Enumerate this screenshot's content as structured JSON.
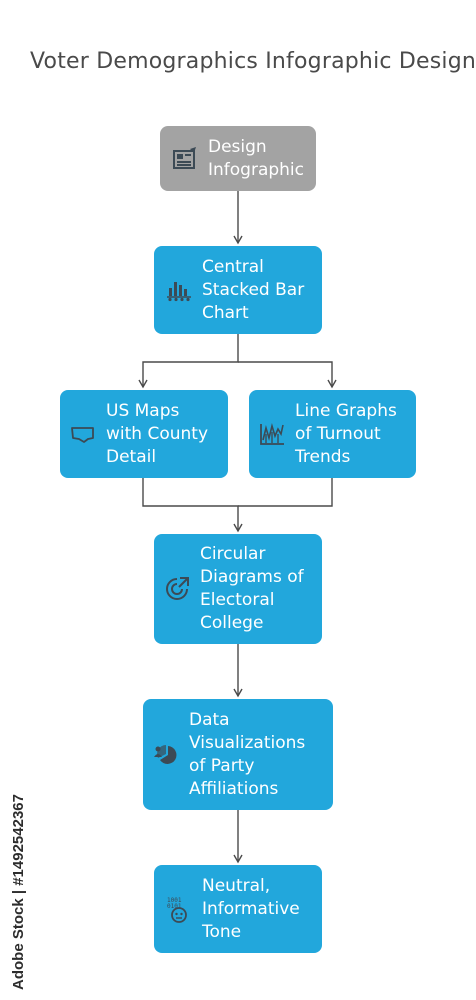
{
  "title": "Voter Demographics Infographic Design",
  "nodes": {
    "design": "Design\nInfographic",
    "stacked": "Central\nStacked Bar\nChart",
    "maps": "US Maps\nwith County\nDetail",
    "line": "Line Graphs\nof Turnout\nTrends",
    "circular": "Circular\nDiagrams of\nElectoral\nCollege",
    "party": "Data\nVisualizations\nof Party\nAffiliations",
    "neutral": "Neutral,\nInformative\nTone"
  },
  "icons": {
    "design": "newspaper-icon",
    "stacked": "people-bar-chart-icon",
    "maps": "map-outline-icon",
    "line": "line-graph-icon",
    "circular": "circular-diagram-icon",
    "party": "pie-chart-person-icon",
    "neutral": "binary-face-icon"
  },
  "watermark": "Adobe Stock | #1492542367",
  "colors": {
    "node": "#22a7dc",
    "root": "#a3a3a3",
    "connector": "#4a4a4a",
    "icon": "#3c4a55"
  }
}
